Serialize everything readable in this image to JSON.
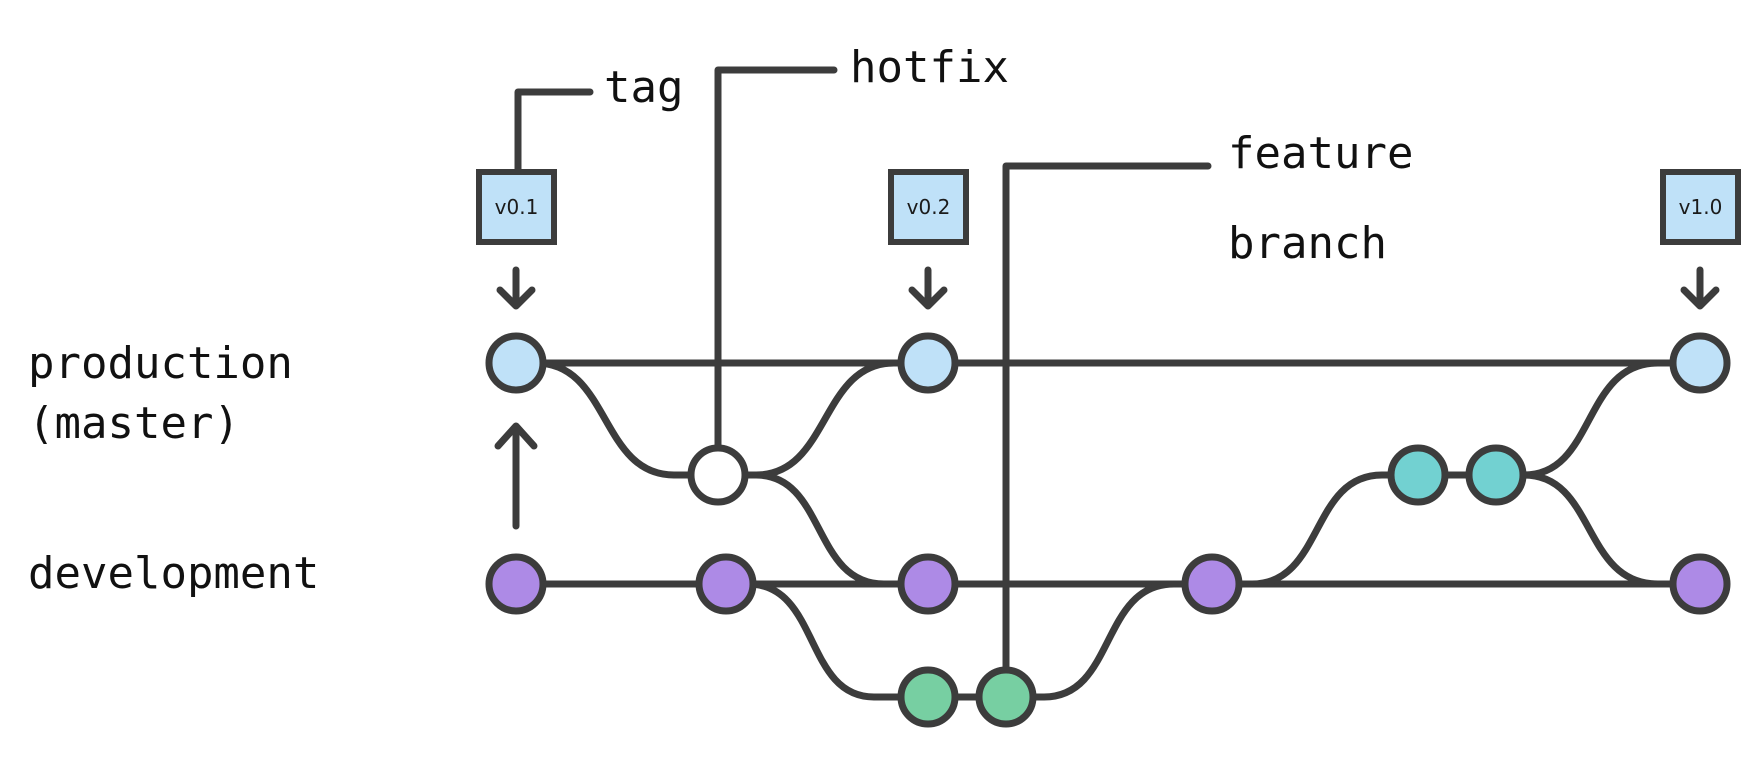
{
  "labels": {
    "production_line1": "production",
    "production_line2": "(master)",
    "development": "development",
    "tag": "tag",
    "hotfix": "hotfix",
    "feature_line1": "feature",
    "feature_line2": "branch"
  },
  "tags": {
    "v01": "v0.1",
    "v02": "v0.2",
    "v10": "v1.0"
  },
  "colors": {
    "line": "#3c3c3c",
    "production_node": "#bfe1f8",
    "development_node": "#ad8ae6",
    "hotfix_node": "#ffffff",
    "feature_node": "#77cfa2",
    "release_node": "#72d1d1",
    "tag_fill": "#bfe1f8"
  }
}
